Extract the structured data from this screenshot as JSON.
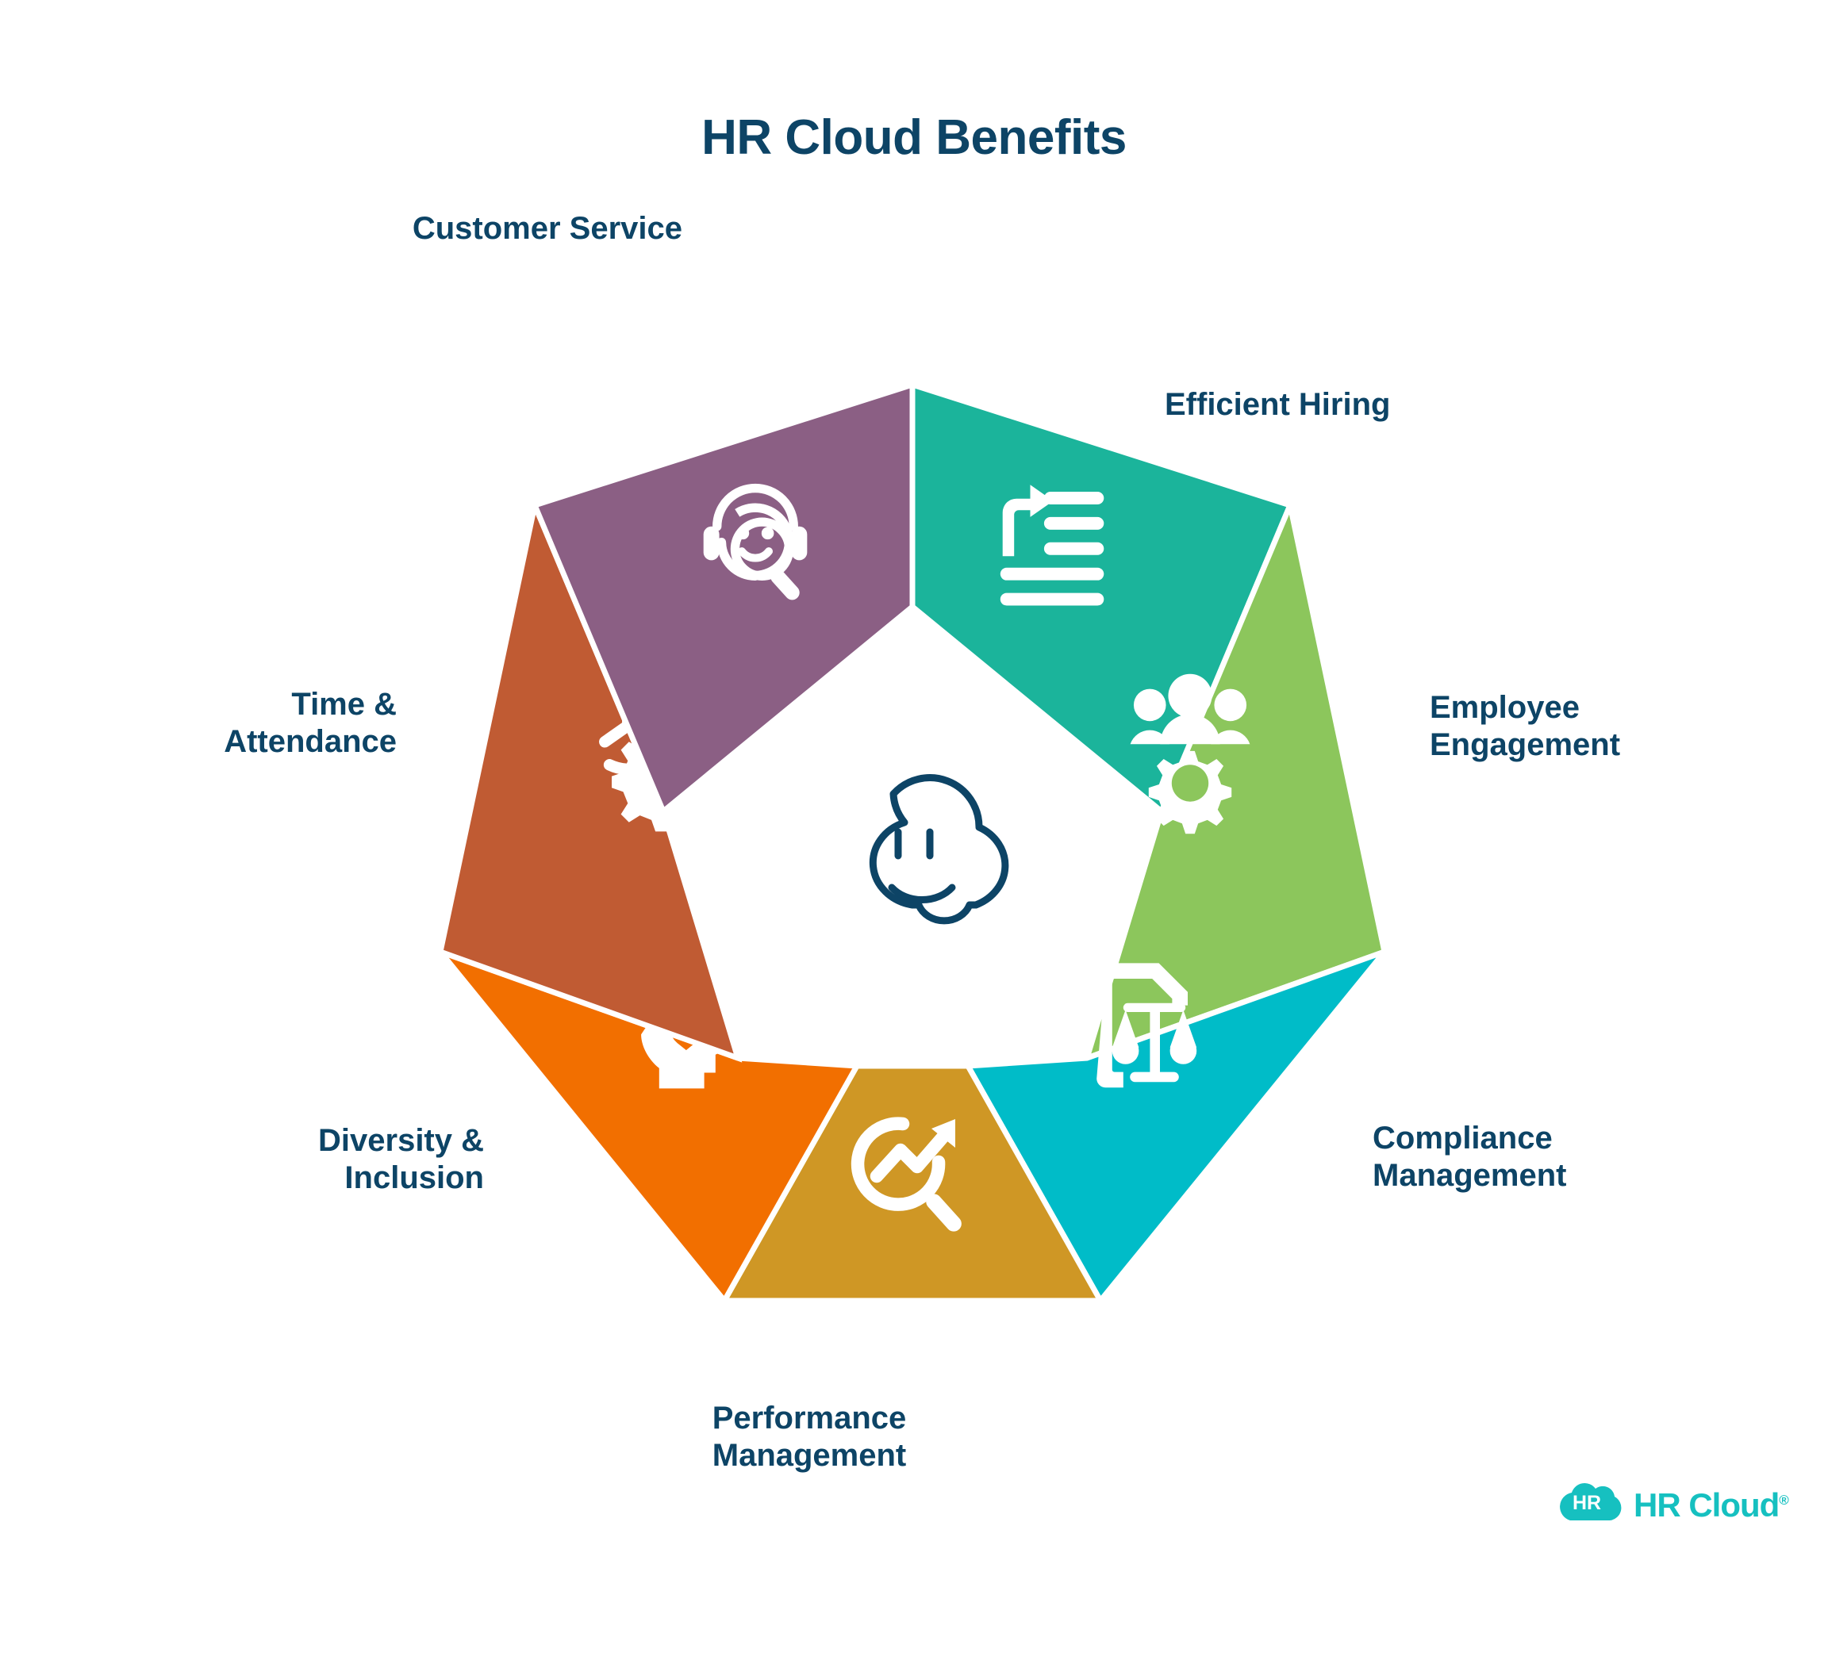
{
  "page": {
    "title": "HR Cloud Benefits",
    "background_color": "#ffffff",
    "text_color": "#0d4466"
  },
  "center": {
    "icon": "smiling-cloud-icon",
    "stroke_color": "#0d4466"
  },
  "segments": [
    {
      "id": "efficient-hiring",
      "label": "Efficient Hiring",
      "color": "#1BB49B",
      "icon": "hiring-list-arrow-icon"
    },
    {
      "id": "employee-engagement",
      "label": "Employee\nEngagement",
      "color": "#8CC65C",
      "icon": "people-gear-icon"
    },
    {
      "id": "compliance-management",
      "label": "Compliance\nManagement",
      "color": "#00BCC8",
      "icon": "document-scales-icon"
    },
    {
      "id": "performance-management",
      "label": "Performance\nManagement",
      "color": "#CF9725",
      "icon": "magnifier-growth-arrow-icon"
    },
    {
      "id": "diversity-inclusion",
      "label": "Diversity &\nInclusion",
      "color": "#F26F00",
      "icon": "head-heart-icon"
    },
    {
      "id": "time-attendance",
      "label": "Time &\nAttendance",
      "color": "#C05B33",
      "icon": "clock-gear-icon"
    },
    {
      "id": "customer-service",
      "label": "Customer Service",
      "color": "#8B5F84",
      "icon": "headset-support-icon"
    }
  ],
  "logo": {
    "mark_text": "HR",
    "name": "HR Cloud",
    "registered_mark": "®",
    "color": "#16C0C0"
  }
}
